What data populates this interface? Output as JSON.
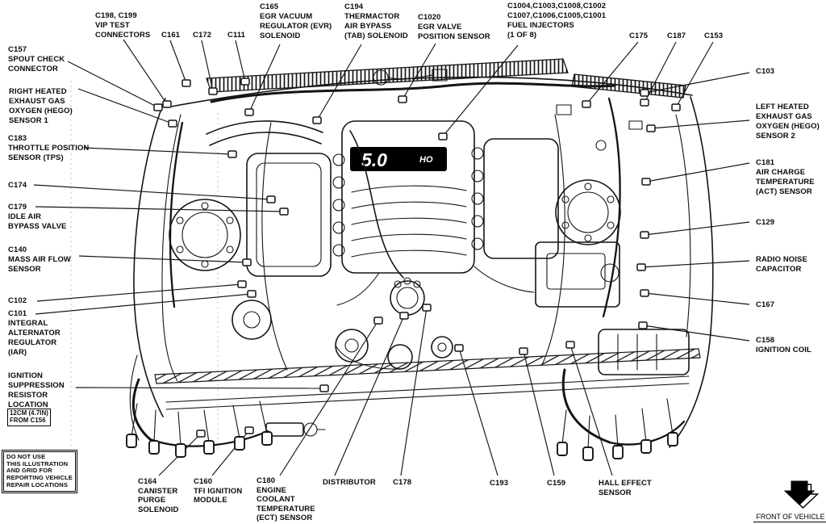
{
  "figure": {
    "title": "engine-compartment-wiring-diagram",
    "background": "#ffffff",
    "ink": "#141414",
    "engine_badge": {
      "primary": "5.0",
      "secondary": "HO"
    },
    "front_marker": {
      "label": "FRONT OF VEHICLE",
      "icon": "block-down-arrow"
    }
  },
  "callouts": {
    "c157": {
      "text": "C157\nSPOUT CHECK\nCONNECTOR"
    },
    "hego1": {
      "text": "RIGHT HEATED\nEXHAUST GAS\nOXYGEN (HEGO)\nSENSOR 1"
    },
    "c183": {
      "text": "C183\nTHROTTLE POSITION\nSENSOR (TPS)"
    },
    "c174": {
      "text": "C174"
    },
    "c179": {
      "text": "C179\nIDLE AIR\nBYPASS VALVE"
    },
    "c140": {
      "text": "C140\nMASS AIR FLOW\nSENSOR"
    },
    "c102": {
      "text": "C102"
    },
    "c101": {
      "text": "C101\nINTEGRAL\nALTERNATOR\nREGULATOR\n(IAR)"
    },
    "ign_resistor": {
      "text": "IGNITION\nSUPPRESSION\nRESISTOR\nLOCATION"
    },
    "resistor_note": {
      "text": "12CM (4.7IN)\nFROM C156"
    },
    "warning": {
      "text": "DO NOT USE\nTHIS ILLUSTRATION\nAND GRID FOR\nREPORTING VEHICLE\nREPAIR LOCATIONS"
    },
    "vip": {
      "text": "C198, C199\nVIP TEST\nCONNECTORS"
    },
    "c161": {
      "text": "C161"
    },
    "c172": {
      "text": "C172"
    },
    "c111": {
      "text": "C111"
    },
    "c165": {
      "text": "C165\nEGR VACUUM\nREGULATOR (EVR)\nSOLENOID"
    },
    "c194": {
      "text": "C194\nTHERMACTOR\nAIR BYPASS\n(TAB) SOLENOID"
    },
    "c1020": {
      "text": "C1020\nEGR VALVE\nPOSITION SENSOR"
    },
    "injectors": {
      "text": "C1004,C1003,C1008,C1002\nC1007,C1006,C1005,C1001\nFUEL INJECTORS\n(1 OF 8)"
    },
    "c175": {
      "text": "C175"
    },
    "c187": {
      "text": "C187"
    },
    "c153": {
      "text": "C153"
    },
    "c103": {
      "text": "C103"
    },
    "hego2": {
      "text": "LEFT HEATED\nEXHAUST GAS\nOXYGEN (HEGO)\nSENSOR 2"
    },
    "c181": {
      "text": "C181\nAIR CHARGE\nTEMPERATURE\n(ACT) SENSOR"
    },
    "c129": {
      "text": "C129"
    },
    "radio": {
      "text": "RADIO NOISE\nCAPACITOR"
    },
    "c167": {
      "text": "C167"
    },
    "c158": {
      "text": "C158\nIGNITION COIL"
    },
    "c164": {
      "text": "C164\nCANISTER\nPURGE\nSOLENOID"
    },
    "c160": {
      "text": "C160\nTFI IGNITION\nMODULE"
    },
    "c180": {
      "text": "C180\nENGINE\nCOOLANT\nTEMPERATURE\n(ECT) SENSOR"
    },
    "distributor": {
      "text": "DISTRIBUTOR"
    },
    "c178": {
      "text": "C178"
    },
    "c193": {
      "text": "C193"
    },
    "c159": {
      "text": "C159"
    },
    "hall": {
      "text": "HALL EFFECT\nSENSOR"
    }
  }
}
